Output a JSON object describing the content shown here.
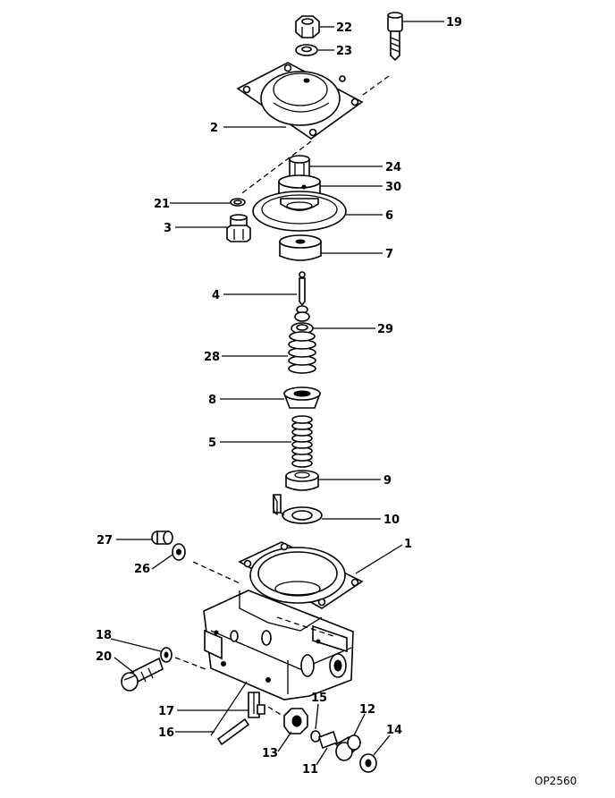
{
  "figure": {
    "reference_code": "OP2560",
    "callouts": [
      "22",
      "19",
      "23",
      "2",
      "24",
      "30",
      "21",
      "6",
      "3",
      "7",
      "4",
      "29",
      "28",
      "8",
      "5",
      "9",
      "10",
      "27",
      "1",
      "26",
      "18",
      "20",
      "17",
      "15",
      "12",
      "14",
      "16",
      "13",
      "11"
    ]
  }
}
